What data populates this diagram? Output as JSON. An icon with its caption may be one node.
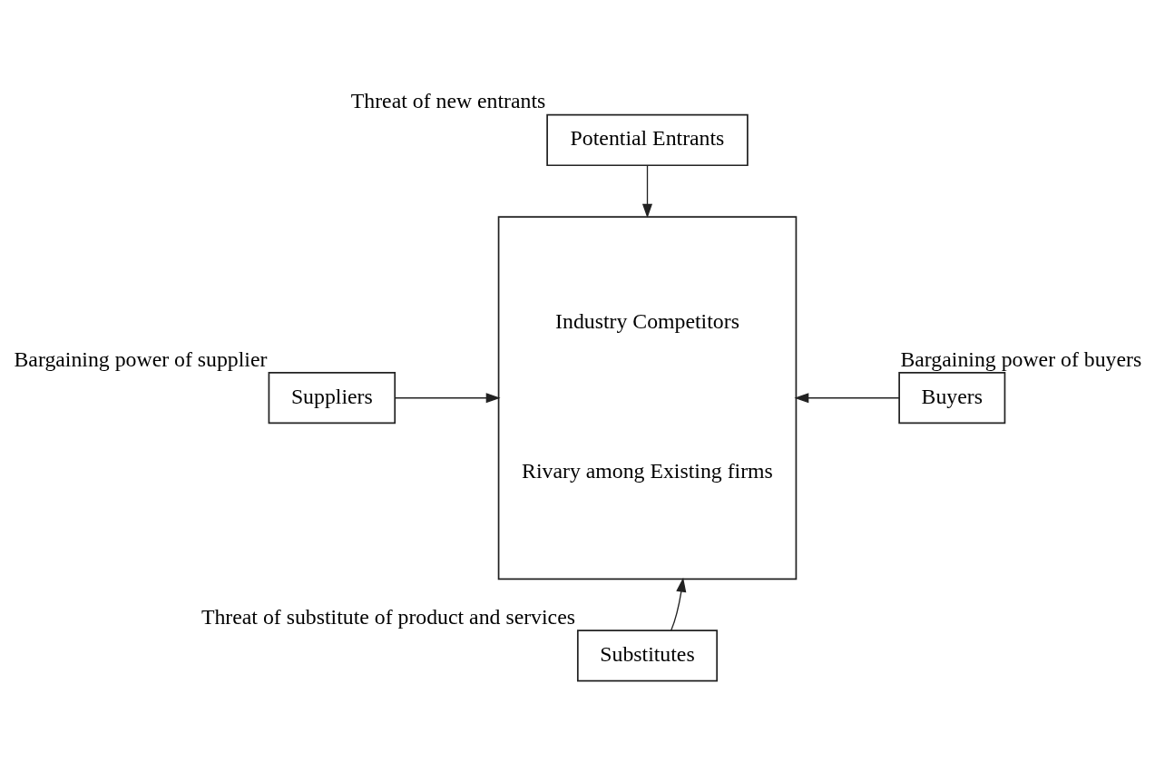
{
  "diagram": {
    "nodes": [
      {
        "text": [
          "Potential Entrants"
        ],
        "beside": [
          "Threat of new entrants"
        ]
      },
      {
        "text": [
          "Industry Competitors",
          "Rivary among Existing firms"
        ]
      },
      {
        "text": [
          "Suppliers"
        ],
        "beside": [
          "Bargaining power of supplier"
        ]
      },
      {
        "text": [
          "Buyers"
        ],
        "beside": [
          "Bargaining power of buyers"
        ]
      },
      {
        "text": [
          "Substitutes"
        ],
        "beside": [
          "Threat of substitute of product and services"
        ]
      }
    ],
    "edges": [
      {
        "from": 0,
        "to": 1,
        "arrow": "to"
      },
      {
        "from": 2,
        "to": 1,
        "arrow": "to"
      },
      {
        "from": 3,
        "to": 1,
        "arrow": "to"
      },
      {
        "from": 4,
        "to": 1,
        "arrow": "to"
      }
    ]
  }
}
